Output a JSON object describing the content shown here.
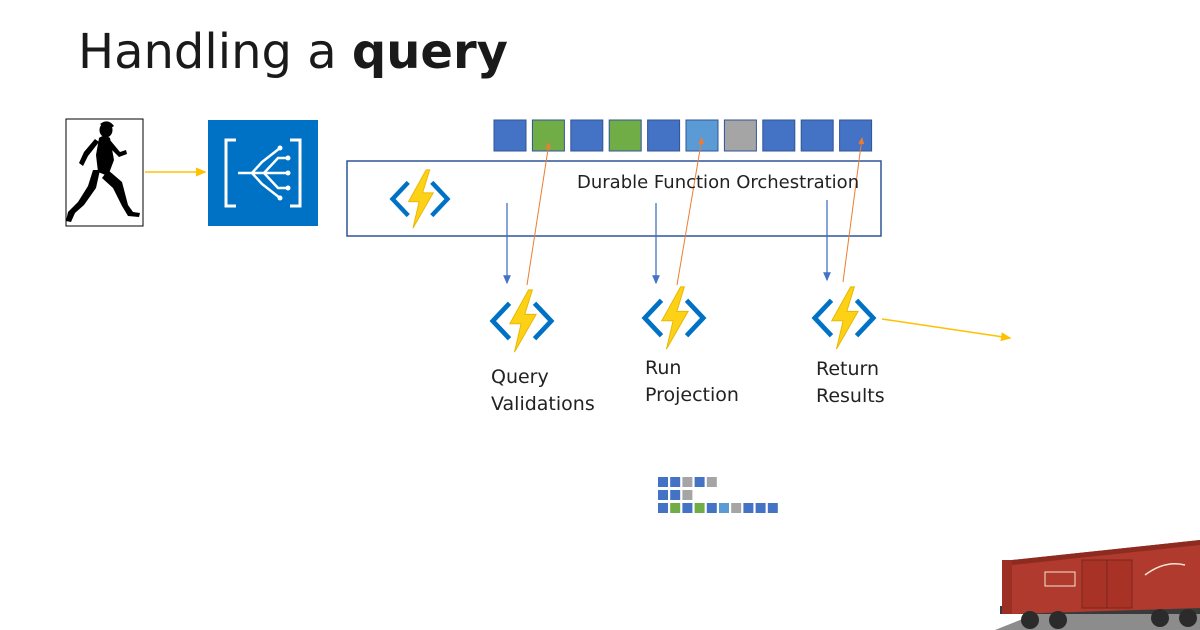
{
  "title": {
    "prefix": "Handling a ",
    "bold": "query"
  },
  "orchestration": {
    "label": "Durable Function Orchestration"
  },
  "functions": [
    {
      "line1": "Query",
      "line2": "Validations"
    },
    {
      "line1": "Run",
      "line2": "Projection"
    },
    {
      "line1": "Return",
      "line2": "Results"
    }
  ],
  "event_stream": [
    "blue",
    "green",
    "blue",
    "green",
    "blue",
    "lightblue",
    "gray",
    "blue",
    "blue",
    "blue"
  ],
  "mini_stream_rows": [
    [
      "blue",
      "blue",
      "gray",
      "blue",
      "gray"
    ],
    [
      "blue",
      "blue",
      "gray"
    ],
    [
      "blue",
      "green",
      "blue",
      "green",
      "blue",
      "lightblue",
      "gray",
      "blue",
      "blue",
      "blue"
    ]
  ],
  "colors": {
    "blue": "#4472c4",
    "green": "#70ad47",
    "lightblue": "#5b9bd5",
    "gray": "#a5a5a5",
    "azure": "#0072c6",
    "bolt": "#fcd116",
    "arrow_orange": "#ed7d31",
    "arrow_yellow": "#ffc000",
    "arrow_blue": "#4472c4",
    "train": "#c0392b"
  },
  "icons": [
    "runner-icon",
    "event-hub-icon",
    "function-bolt-icon",
    "train-boxcar-icon"
  ]
}
